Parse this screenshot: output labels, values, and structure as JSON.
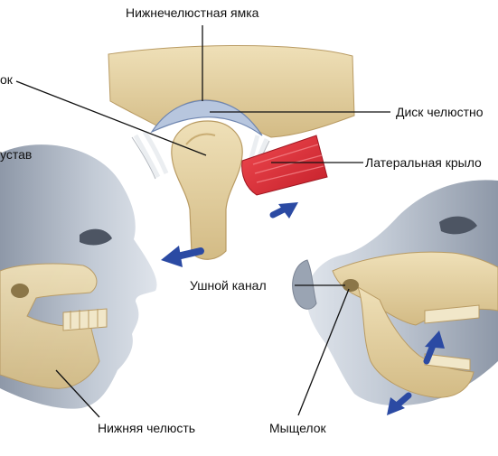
{
  "labels": {
    "fossa": "Нижнечелюстная ямка",
    "head_cut": "ок",
    "joint_cut": "устав",
    "disc": "Диск челюстно",
    "lateral": "Латеральная крыло",
    "ear_canal": "Ушной канал",
    "mandible": "Нижняя челюсть",
    "condyle": "Мыщелок"
  },
  "colors": {
    "bone": "#e6d3a6",
    "bone_dark": "#b99b63",
    "skin": "#b9c2cf",
    "skin_dark": "#8d97a6",
    "muscle": "#e2303a",
    "disc": "#b7c6de",
    "arrow": "#2b4aa3",
    "line": "#111111"
  },
  "icons": [
    "arrow-left-icon",
    "arrow-up-icon",
    "arrow-down-icon"
  ]
}
